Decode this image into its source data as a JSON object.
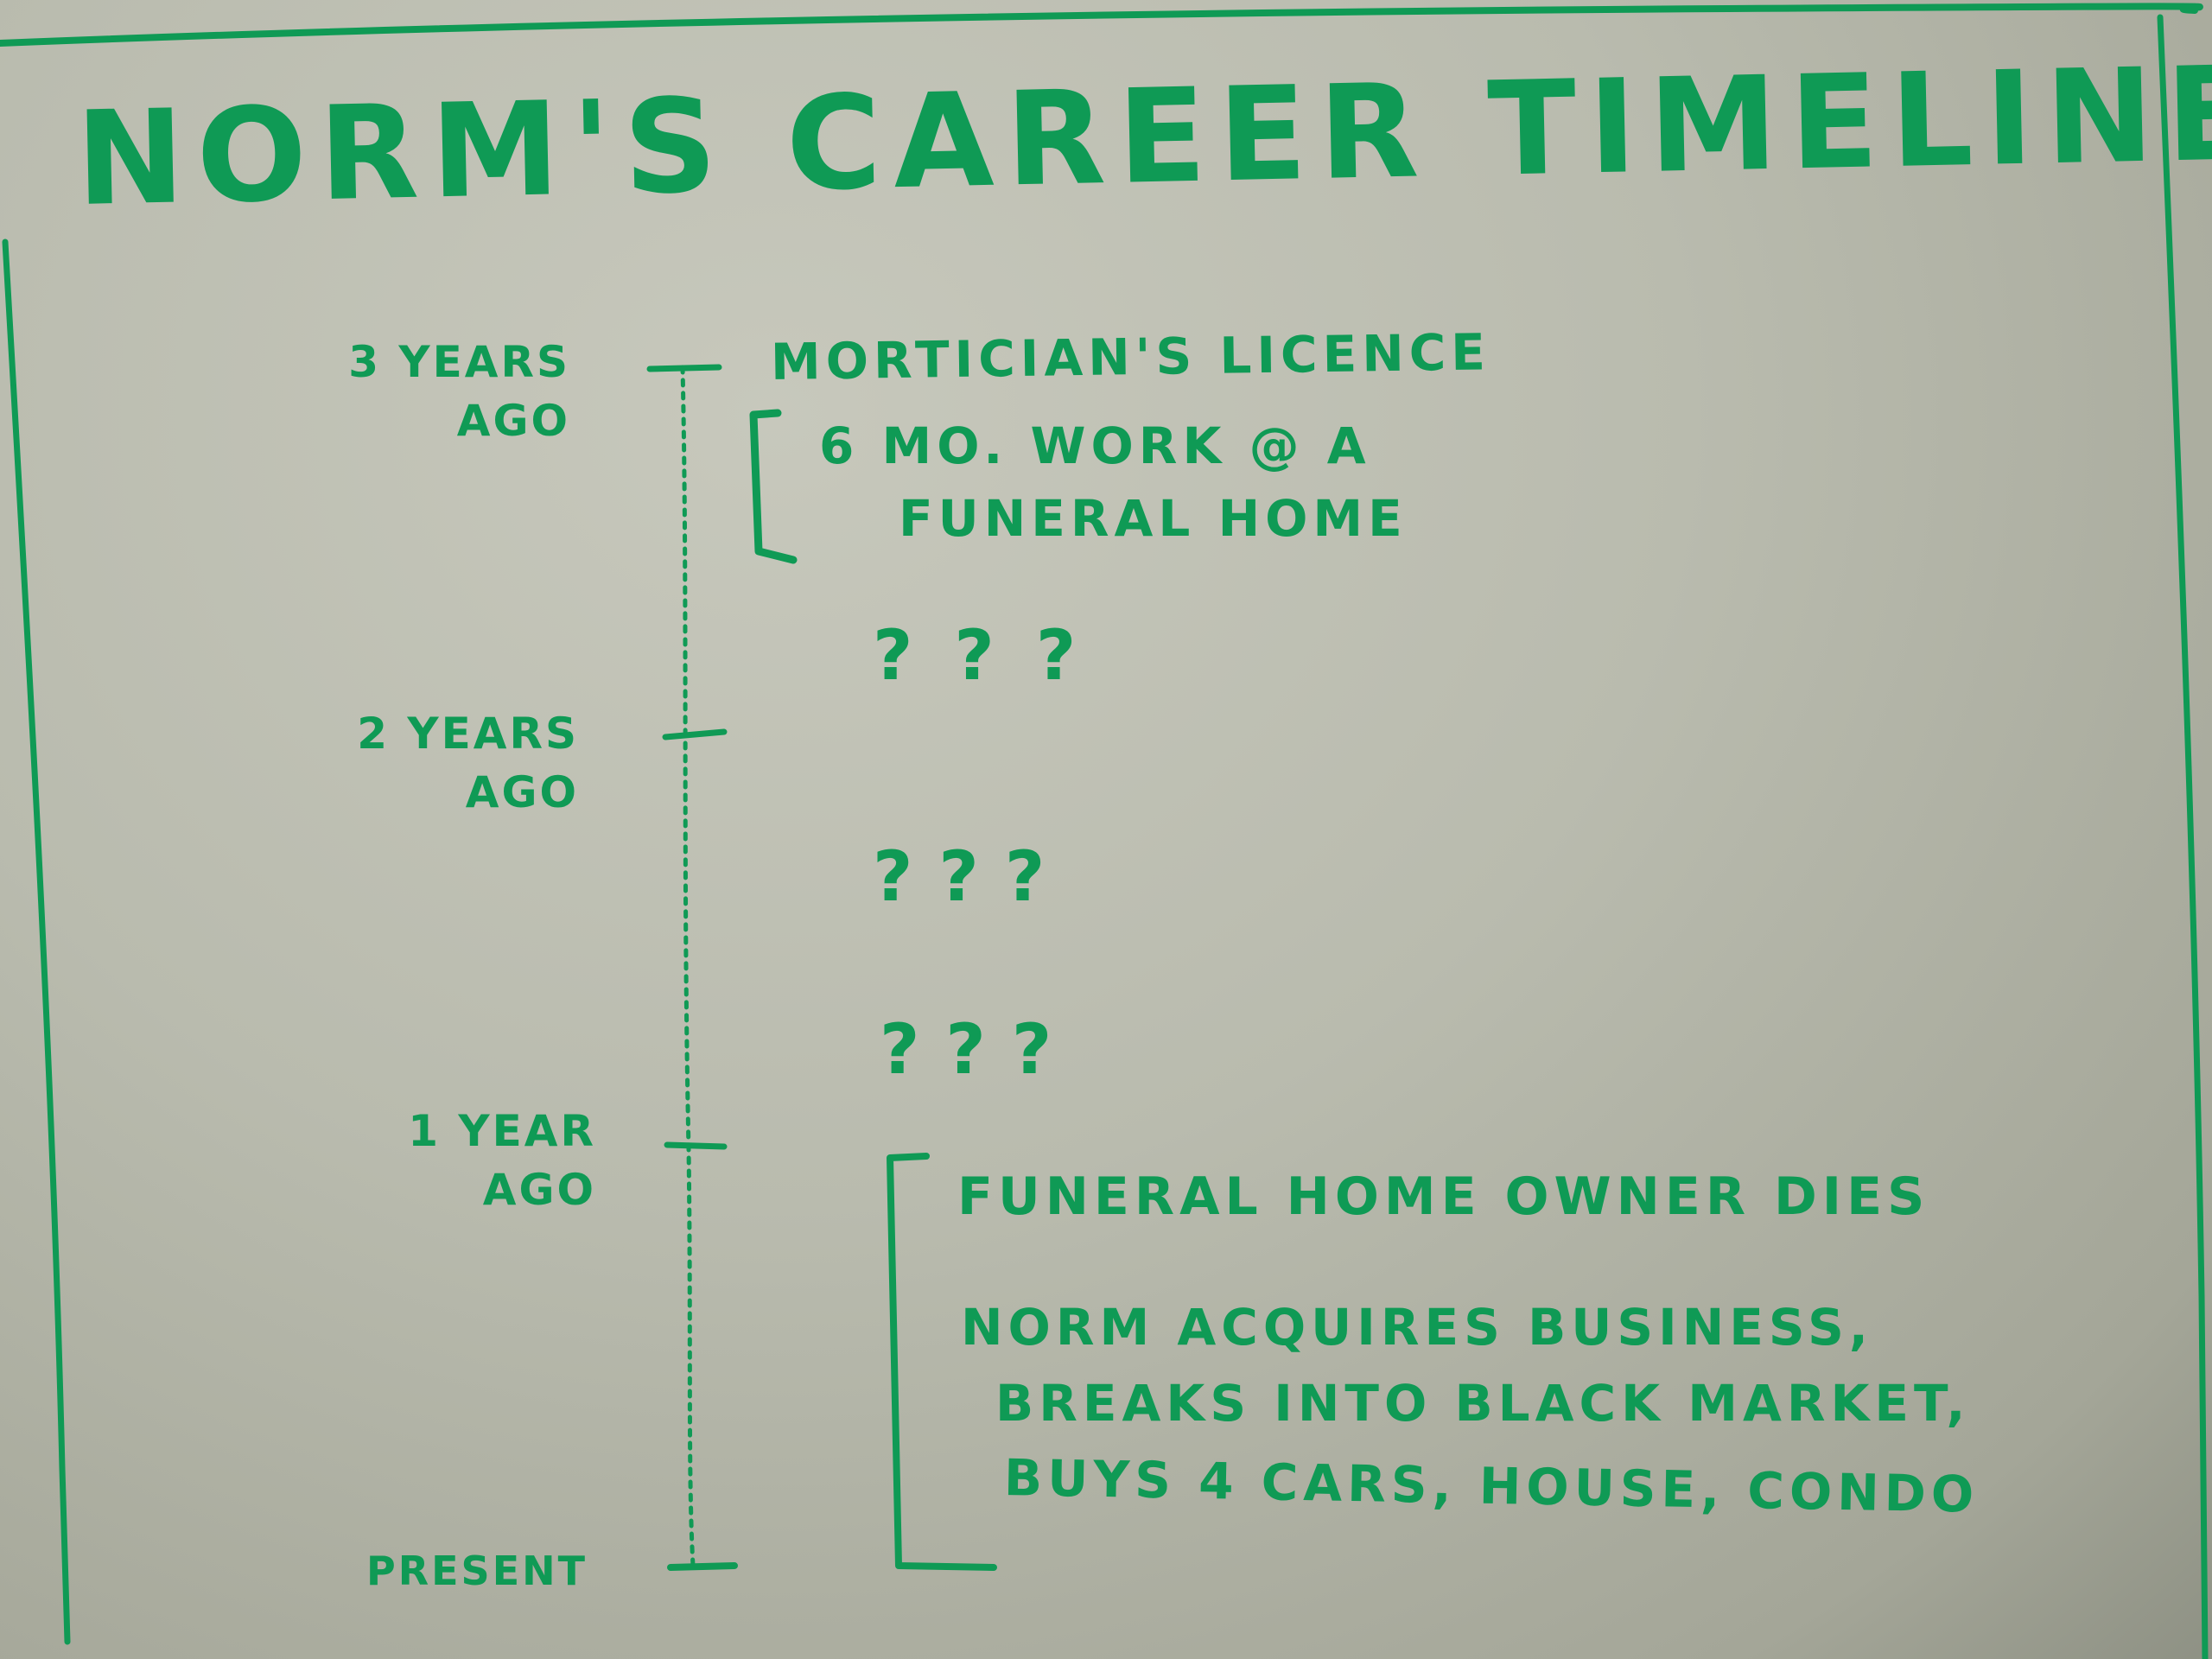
{
  "title": "NORM'S CAREER TIMELINE",
  "colors": {
    "ink": "#0f9a55",
    "board": "#bfc1b5"
  },
  "timeline": {
    "ticks": [
      {
        "label_line1": "3 YEARS",
        "label_line2": "AGO"
      },
      {
        "label_line1": "2 YEARS",
        "label_line2": "AGO"
      },
      {
        "label_line1": "1 YEAR",
        "label_line2": "AGO"
      },
      {
        "label_line1": "PRESENT",
        "label_line2": ""
      }
    ]
  },
  "events": {
    "licence": "MORTICIAN'S LICENCE",
    "work_line1": "6 MO. WORK @ A",
    "work_line2": "FUNERAL HOME",
    "unknown_1": "???",
    "unknown_2": "???",
    "unknown_3": "???",
    "owner_dies": "FUNERAL HOME OWNER DIES",
    "acquires_line1": "NORM ACQUIRES BUSINESS,",
    "acquires_line2": "BREAKS INTO BLACK MARKET,",
    "acquires_line3": "BUYS 4 CARS, HOUSE, CONDO"
  }
}
